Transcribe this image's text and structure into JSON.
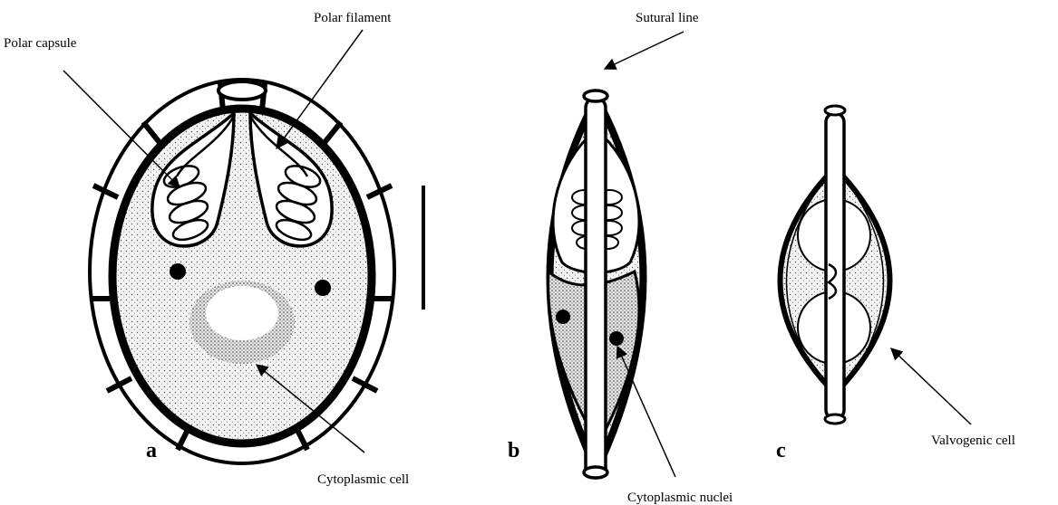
{
  "labels": {
    "polar_capsule": "Polar capsule",
    "polar_filament": "Polar filament",
    "sutural_line": "Sutural line",
    "cytoplasmic_cell": "Cytoplasmic cell",
    "cytoplasmic_nuclei": "Cytoplasmic nuclei",
    "valvogenic_cell": "Valvogenic cell"
  },
  "panels": {
    "a": "a",
    "b": "b",
    "c": "c"
  },
  "colors": {
    "ink": "#000000",
    "paper": "#ffffff",
    "stipple": "#eeeeee"
  }
}
